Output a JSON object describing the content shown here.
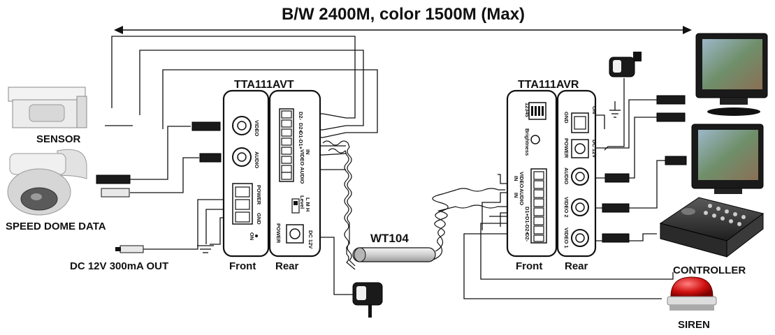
{
  "distance_label": "B/W 2400M, color 1500M (Max)",
  "transmitter": {
    "model": "TTA111AVT",
    "front": "Front",
    "rear": "Rear",
    "video": "VIDEO",
    "audio": "AUDIO",
    "power": "POWER",
    "gnd": "GND",
    "on": "ON",
    "level": "Level",
    "lmh": "L M H",
    "power_jack": "POWER",
    "dc_in": "DC 12V",
    "d_terms": [
      "D2-",
      "D2+",
      "D1-",
      "D1+"
    ],
    "video_audio_in": "VIDEO AUDIO",
    "in": "IN"
  },
  "receiver": {
    "model": "TTA111AVR",
    "front": "Front",
    "rear": "Rear",
    "dip": "12345",
    "brightness": "Brightness",
    "video_in": "VIDEO",
    "audio_in": "AUDIO",
    "in": "IN",
    "d_terms": [
      "D1+",
      "D1-",
      "D2+",
      "D2-"
    ],
    "gnd": "GND",
    "on": "ON",
    "power": "POWER",
    "dc_in": "DC 12V",
    "audio": "AUDIO",
    "video2": "VIDEO 2",
    "video1": "VIDEO 1"
  },
  "cable": "WT104",
  "devices": {
    "sensor": "SENSOR",
    "speed_dome": "SPEED DOME DATA",
    "dc_out": "DC 12V 300mA OUT",
    "controller": "CONTROLLER",
    "siren": "SIREN"
  }
}
